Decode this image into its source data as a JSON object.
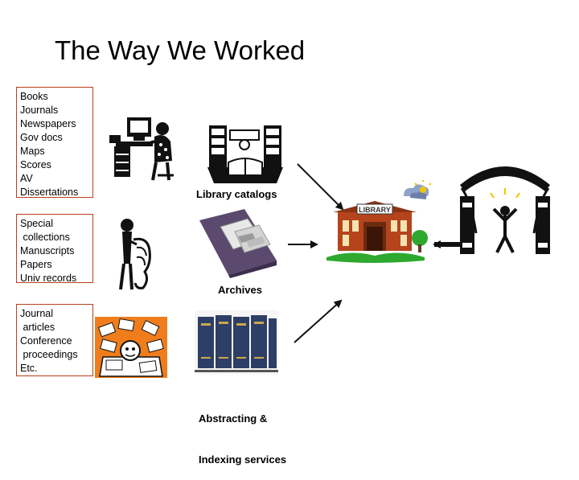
{
  "title": "The Way We Worked",
  "boxes": {
    "formats": [
      "Books",
      "Journals",
      "Newspapers",
      "Gov docs",
      "Maps",
      "Scores",
      "AV",
      "Dissertations"
    ],
    "special": [
      "Special",
      " collections",
      "Manuscripts",
      "Papers",
      "Univ records"
    ],
    "journal": [
      "Journal",
      " articles",
      "Conference",
      " proceedings",
      "Etc."
    ]
  },
  "captions": {
    "catalogs": "Library catalogs",
    "archives": "Archives",
    "abstracting_line1": "Abstracting &",
    "abstracting_line2": "Indexing services"
  },
  "library_sign": "LIBRARY",
  "icons": [
    "computer-worker-icon",
    "card-catalog-icon",
    "scroll-reader-icon",
    "archive-binder-icon",
    "buried-in-papers-icon",
    "index-volumes-icon",
    "library-building-icon",
    "book-curtain-stage-icon"
  ],
  "colors": {
    "box_border": "#b7411a",
    "building": "#b5441c",
    "orange_bg": "#f07d1c",
    "book_blue": "#2e3f67",
    "binder_purple": "#5b4a6e"
  }
}
